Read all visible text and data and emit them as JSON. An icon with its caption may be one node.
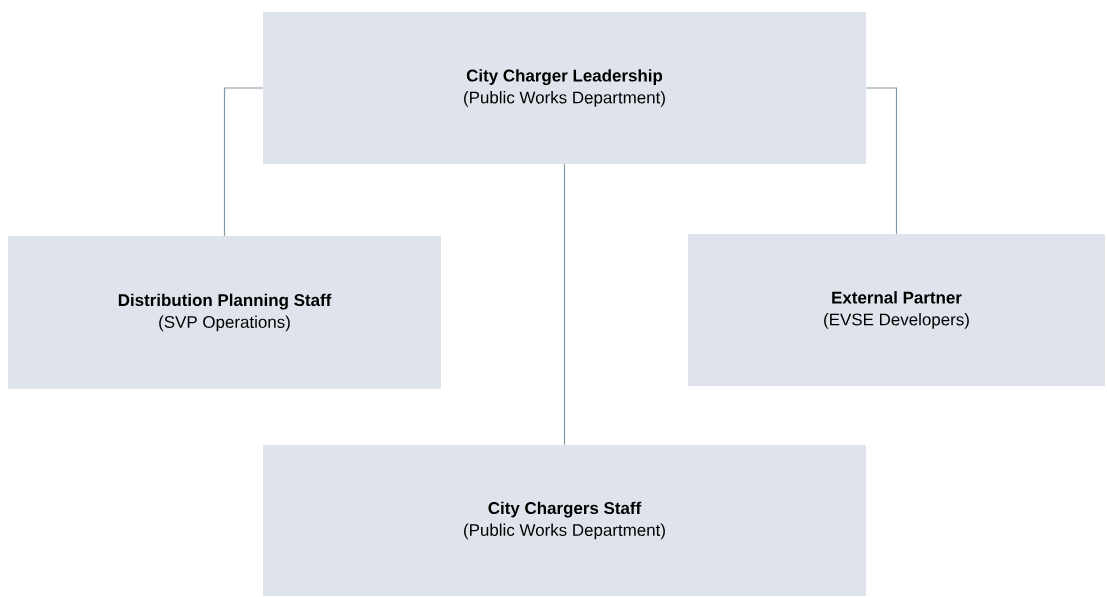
{
  "diagram": {
    "nodes": [
      {
        "text": [
          "City Charger Leadership",
          "(Public Works Department)"
        ]
      },
      {
        "text": [
          "Distribution Planning Staff",
          "(SVP Operations)"
        ]
      },
      {
        "text": [
          "External Partner",
          "(EVSE Developers)"
        ]
      },
      {
        "text": [
          "City Chargers Staff",
          "(Public Works Department)"
        ]
      }
    ],
    "edges": [
      {
        "from": 0,
        "to": 1,
        "arrow": "none"
      },
      {
        "from": 0,
        "to": 2,
        "arrow": "none"
      },
      {
        "from": 0,
        "to": 3,
        "arrow": "none"
      }
    ]
  }
}
